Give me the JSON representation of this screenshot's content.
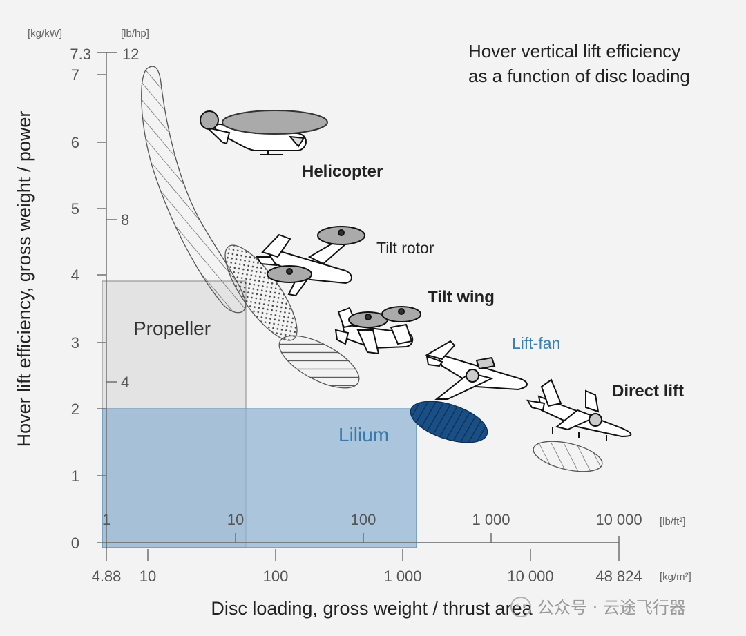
{
  "chart_data": {
    "type": "scatter",
    "title": "Hover vertical lift efficiency",
    "subtitle": "as a function of disc loading",
    "ylabel": "Hover lift efficiency, gross weight / power",
    "xlabel": "Disc loading, gross weight / thrust area",
    "y_unit_primary": "[kg/kW]",
    "y_unit_secondary": "[lb/hp]",
    "x_unit_bottom": "[kg/m²]",
    "x_unit_top": "[lb/ft²]",
    "x_scale": "log",
    "xlim": [
      4.88,
      48824
    ],
    "ylim": [
      0,
      7.3
    ],
    "y_ticks": [
      "0",
      "1",
      "2",
      "3",
      "4",
      "5",
      "6",
      "7",
      "7.3"
    ],
    "y_ticks_secondary": [
      "4",
      "8",
      "12"
    ],
    "x_ticks_bottom": [
      "4.88",
      "10",
      "100",
      "1 000",
      "10 000",
      "48 824"
    ],
    "x_ticks_top": [
      "1",
      "10",
      "100",
      "1 000",
      "10 000"
    ],
    "regions": [
      {
        "label": "Propeller",
        "x_range": [
          4.88,
          60
        ],
        "y_range": [
          0,
          3.9
        ],
        "color": "#dcdcdc"
      },
      {
        "label": "Lilium",
        "x_range": [
          4.88,
          1250
        ],
        "y_range": [
          0,
          2.0
        ],
        "color": "#8fb4d2",
        "text_color": "#3a79aa"
      }
    ],
    "series": [
      {
        "name": "Helicopter",
        "pattern": "diagonal-hatch"
      },
      {
        "name": "Tilt rotor",
        "pattern": "dots"
      },
      {
        "name": "Tilt wing",
        "pattern": "horizontal-hatch"
      },
      {
        "name": "Lift-fan",
        "pattern": "solid-blue-vertical-hatch",
        "color": "#1a4f86"
      },
      {
        "name": "Direct lift",
        "pattern": "diagonal-hatch"
      }
    ],
    "label_colors": {
      "lift_fan": "#3a7fb0",
      "dark": "#222222"
    },
    "grid": false
  },
  "watermark": "公众号 · 云途飞行器"
}
